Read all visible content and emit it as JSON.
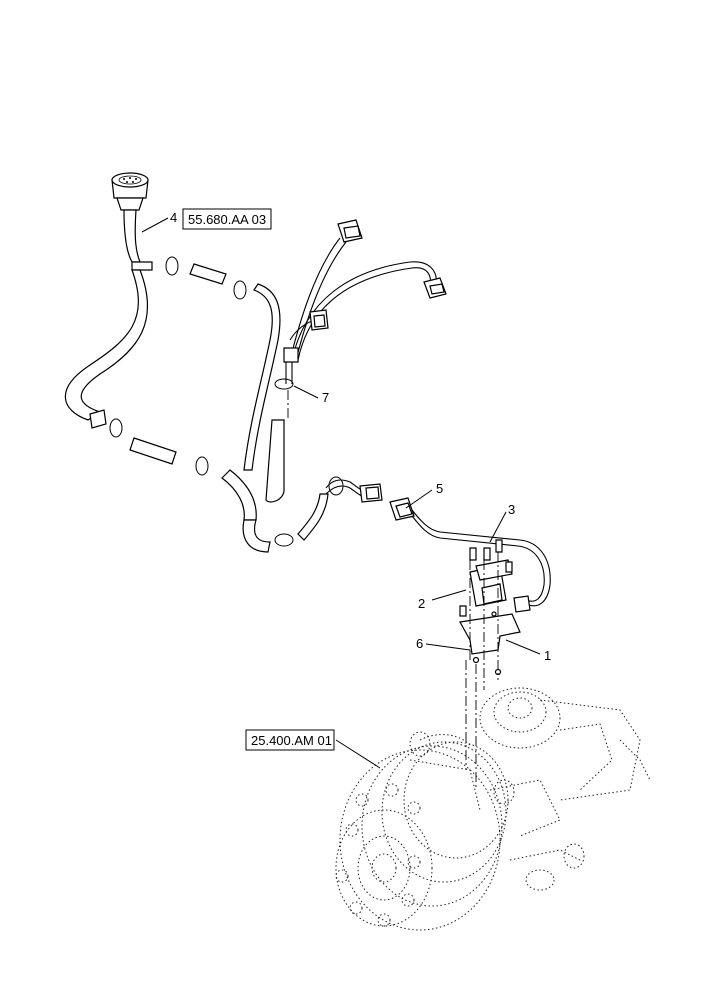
{
  "references": {
    "ref_harness": "55.680.AA 03",
    "ref_axle": "25.400.AM 01"
  },
  "callouts": {
    "c1": "1",
    "c2": "2",
    "c3": "3",
    "c4": "4",
    "c5": "5",
    "c6": "6",
    "c7": "7"
  }
}
